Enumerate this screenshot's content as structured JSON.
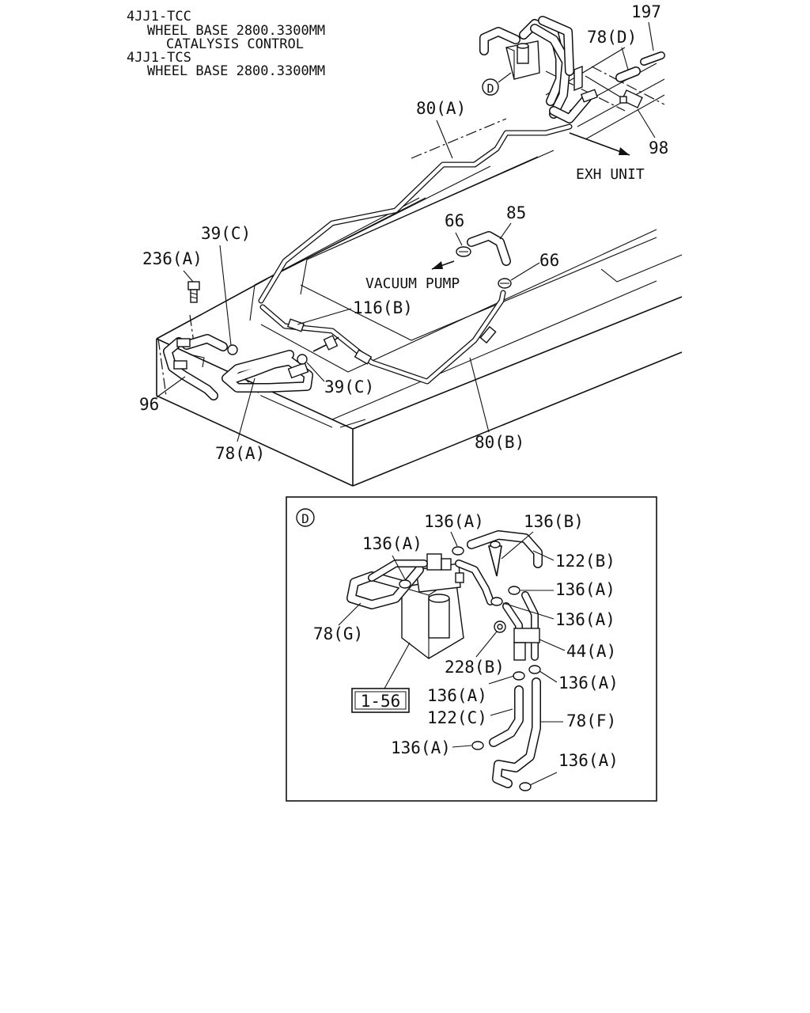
{
  "header": {
    "lines": [
      "4JJ1-TCC",
      "WHEEL BASE 2800.3300MM",
      "CATALYSIS CONTROL",
      "4JJ1-TCS",
      "WHEEL BASE 2800.3300MM"
    ]
  },
  "main_view": {
    "labels": {
      "p197": "197",
      "p78d": "78(D)",
      "detail_d": "D",
      "p80a": "80(A)",
      "p98": "98",
      "exh_unit": "EXH UNIT",
      "p66a": "66",
      "p85": "85",
      "p66b": "66",
      "p39c_top": "39(C)",
      "p236a": "236(A)",
      "vacuum_pump": "VACUUM PUMP",
      "p116b": "116(B)",
      "p39c_bottom": "39(C)",
      "p96": "96",
      "p78a": "78(A)",
      "p80b": "80(B)"
    }
  },
  "detail_view": {
    "title": "D",
    "labels": {
      "p136a_1": "136(A)",
      "p136b": "136(B)",
      "p136a_2": "136(A)",
      "p122b": "122(B)",
      "p136a_3": "136(A)",
      "p136a_4": "136(A)",
      "p78g": "78(G)",
      "p44a": "44(A)",
      "p228b": "228(B)",
      "p136a_5": "136(A)",
      "ref_1_56": "1-56",
      "p136a_6": "136(A)",
      "p122c": "122(C)",
      "p78f": "78(F)",
      "p136a_7": "136(A)",
      "p136a_8": "136(A)"
    }
  }
}
